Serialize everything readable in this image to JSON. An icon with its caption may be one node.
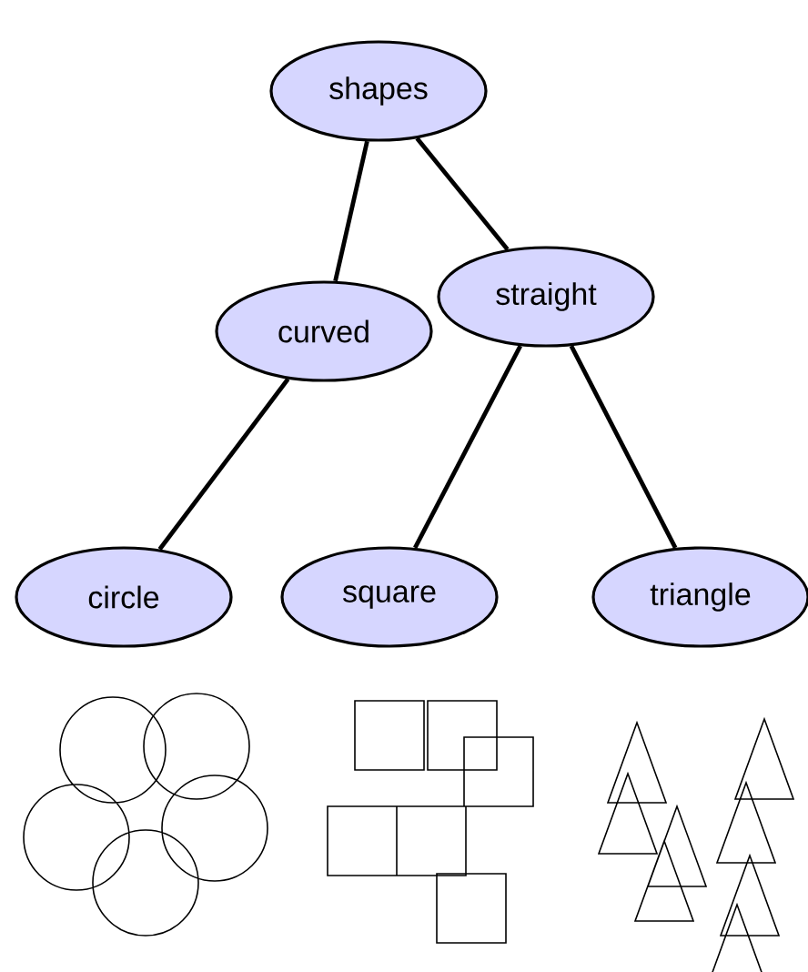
{
  "diagram": {
    "nodes": [
      {
        "text": [
          "shapes"
        ]
      },
      {
        "text": [
          "curved"
        ]
      },
      {
        "text": [
          "straight"
        ]
      },
      {
        "text": [
          "circle"
        ]
      },
      {
        "text": [
          "square"
        ]
      },
      {
        "text": [
          "triangle"
        ]
      }
    ],
    "edges": [
      {
        "from": 0,
        "to": 1,
        "arrow": "none"
      },
      {
        "from": 0,
        "to": 2,
        "arrow": "none"
      },
      {
        "from": 1,
        "to": 3,
        "arrow": "none"
      },
      {
        "from": 2,
        "to": 4,
        "arrow": "none"
      },
      {
        "from": 2,
        "to": 5,
        "arrow": "none"
      }
    ]
  }
}
